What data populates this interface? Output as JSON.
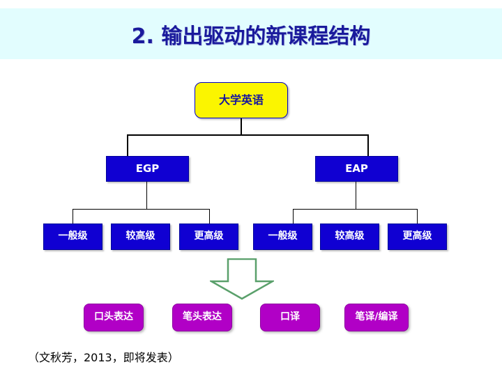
{
  "slide": {
    "title": "2.  输出驱动的新课程结构",
    "citation": "（文秋芳，2013，即将发表）",
    "colors": {
      "banner_background": "#e2fdfe",
      "title_text": "#1a1a9c",
      "root_fill": "#fbf500",
      "branch_fill": "#1000d2",
      "skill_fill": "#b100c6",
      "arrow_stroke": "#5aa06b",
      "line": "#000000"
    }
  },
  "diagram": {
    "root": {
      "label": "大学英语"
    },
    "branches": [
      {
        "label": "EGP"
      },
      {
        "label": "EAP"
      }
    ],
    "levels": [
      {
        "label": "一般级"
      },
      {
        "label": "较高级"
      },
      {
        "label": "更高级"
      },
      {
        "label": "一般级"
      },
      {
        "label": "较高级"
      },
      {
        "label": "更高级"
      }
    ],
    "skills": [
      {
        "label": "口头表达"
      },
      {
        "label": "笔头表达"
      },
      {
        "label": "口译"
      },
      {
        "label": "笔译/编译"
      }
    ],
    "arrow": {
      "name": "down-arrow"
    }
  }
}
